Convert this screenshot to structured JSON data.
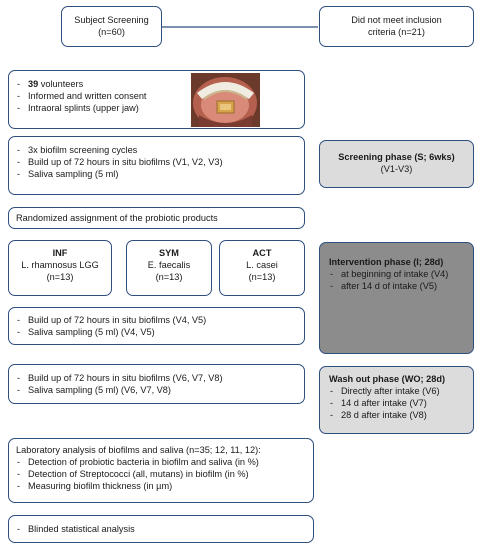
{
  "screening": {
    "title": "Subject Screening",
    "n": "(n=60)"
  },
  "excluded": {
    "line1": "Did not meet inclusion",
    "line2": "criteria (n=21)"
  },
  "volunteers": {
    "count": "39",
    "count_suffix": " volunteers",
    "items": [
      "Informed and written consent",
      "Intraoral splints (upper jaw)"
    ]
  },
  "screening_cycles": {
    "items": [
      "3x biofilm screening cycles",
      "Build up of 72 hours in situ biofilms (V1, V2, V3)",
      "Saliva sampling (5 ml)"
    ]
  },
  "screening_phase": {
    "title": "Screening phase (S; 6wks)",
    "visits": "(V1-V3)"
  },
  "randomization": {
    "text": "Randomized assignment of the probiotic products"
  },
  "groups": [
    {
      "code": "INF",
      "strain": "L. rhamnosus LGG",
      "n": "(n=13)"
    },
    {
      "code": "SYM",
      "strain": "E. faecalis",
      "n": "(n=13)"
    },
    {
      "code": "ACT",
      "strain": "L. casei",
      "n": "(n=13)"
    }
  ],
  "intervention_phase": {
    "title": "Intervention phase (I; 28d)",
    "items": [
      "at beginning of intake (V4)",
      "after 14 d of intake (V5)"
    ]
  },
  "intervention_sampling": {
    "items": [
      "Build up of 72 hours in situ biofilms (V4, V5)",
      "Saliva sampling (5 ml) (V4, V5)"
    ]
  },
  "washout_sampling": {
    "items": [
      "Build up of 72 hours in situ biofilms (V6, V7, V8)",
      "Saliva sampling (5 ml) (V6, V7, V8)"
    ]
  },
  "washout_phase": {
    "title": "Wash out phase (WO; 28d)",
    "items": [
      "Directly after intake (V6)",
      "14 d after intake (V7)",
      "28 d after intake (V8)"
    ]
  },
  "lab": {
    "title": "Laboratory analysis of biofilms and saliva (n=35; 12, 11, 12):",
    "items": [
      "Detection of probiotic bacteria in biofilm and saliva (in %)",
      "Detection of Streptococci (all, mutans) in biofilm (in %)",
      "Measuring biofilm thickness (in µm)"
    ]
  },
  "stats": {
    "text": "Blinded statistical analysis"
  },
  "colors": {
    "border": "#2f4f7f",
    "phase_light": "#dcdcdc",
    "phase_dark": "#8c8c8c"
  }
}
